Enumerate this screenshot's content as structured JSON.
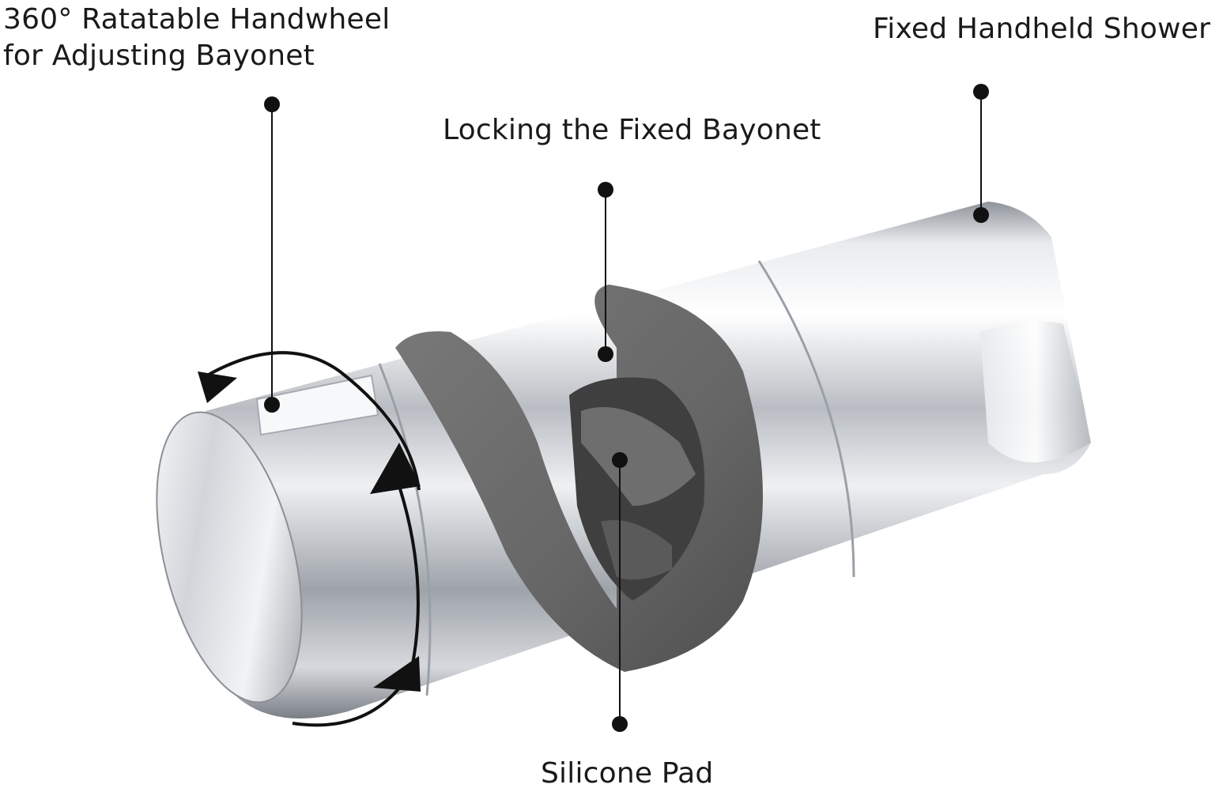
{
  "labels": {
    "handwheel_line1": "360° Ratatable Handwheel",
    "handwheel_line2": "for Adjusting Bayonet",
    "shower": "Fixed Handheld Shower",
    "locking": "Locking the Fixed Bayonet",
    "silicone": "Silicone Pad"
  },
  "colors": {
    "chrome_light": "#f5f6f8",
    "chrome_mid": "#c9ccd1",
    "chrome_dark": "#7e838b",
    "silicone": "#6c6c6c",
    "silicone_dark": "#4a4a4a",
    "annotation": "#111111"
  },
  "icons": {
    "rotation": "rotation-arrows-icon"
  }
}
